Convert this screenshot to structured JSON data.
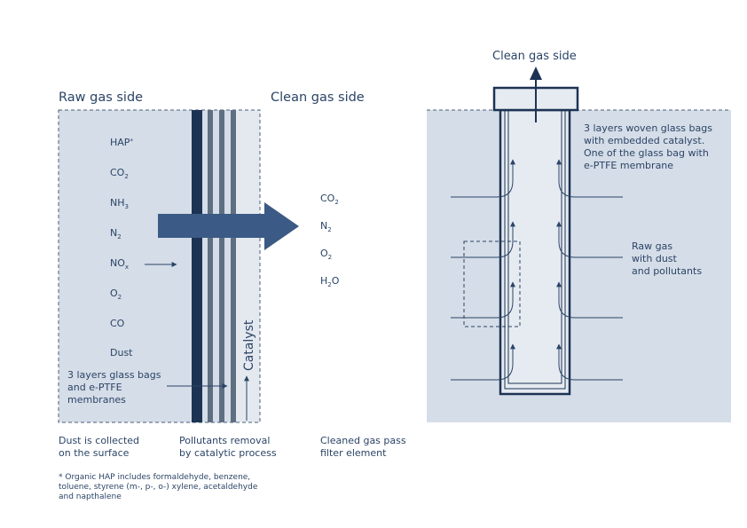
{
  "left_panel": {
    "raw_gas_title": "Raw gas side",
    "clean_gas_title": "Clean gas side",
    "pollutants": [
      {
        "base": "HAP",
        "sub": "",
        "sup": "*"
      },
      {
        "base": "CO",
        "sub": "2",
        "sup": ""
      },
      {
        "base": "NH",
        "sub": "3",
        "sup": ""
      },
      {
        "base": "N",
        "sub": "2",
        "sup": ""
      },
      {
        "base": "NO",
        "sub": "x",
        "sup": ""
      },
      {
        "base": "O",
        "sub": "2",
        "sup": ""
      },
      {
        "base": "CO",
        "sub": "",
        "sup": ""
      },
      {
        "base": "Dust",
        "sub": "",
        "sup": ""
      }
    ],
    "outputs": [
      {
        "base": "CO",
        "sub": "2"
      },
      {
        "base": "N",
        "sub": "2"
      },
      {
        "base": "O",
        "sub": "2"
      },
      {
        "base": "H",
        "sub": "2",
        "tail": "O"
      }
    ],
    "catalyst_label": "Catalyst",
    "layers_label": [
      "3 layers glass bags",
      "and e-PTFE",
      "membranes"
    ],
    "captions": {
      "dust": [
        "Dust is collected",
        "on the surface"
      ],
      "pollutants": [
        "Pollutants removal",
        "by catalytic process"
      ],
      "cleaned": [
        "Cleaned gas pass",
        "filter element"
      ]
    },
    "footnote": [
      "* Organic HAP includes formaldehyde, benzene,",
      "toluene, styrene (m-, p-, o-) xylene, acetaldehyde",
      "and napthalene"
    ]
  },
  "right_panel": {
    "clean_gas_title": "Clean gas side",
    "woven_label": [
      "3 layers woven glass bags",
      "with embedded catalyst.",
      "One of the glass bag with",
      "e-PTFE membrane"
    ],
    "raw_gas_label": [
      "Raw gas",
      "with dust",
      "and pollutants"
    ]
  },
  "colors": {
    "panel_fill": "#d5dde8",
    "navy": "#1c3354",
    "arrow_blue": "#3b5a85",
    "grey_layer": "#5f6f82",
    "text": "#2b4466"
  }
}
